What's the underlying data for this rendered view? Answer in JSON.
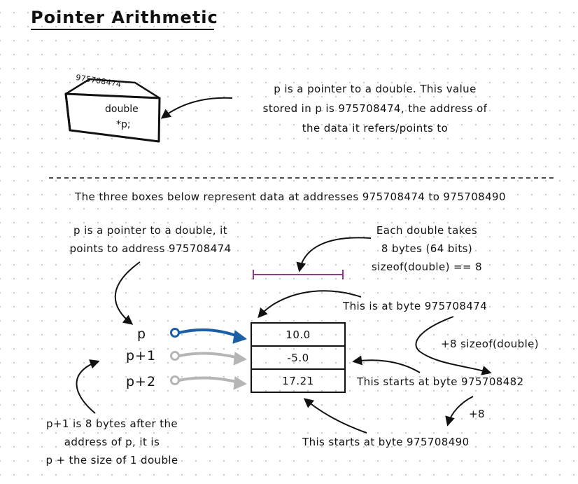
{
  "title": "Pointer Arithmetic",
  "box": {
    "address": "975708474",
    "type_label": "double",
    "var_label": "*p;"
  },
  "note_pointer": [
    "p is a pointer to a double. This value",
    "stored in p is 975708474, the address of",
    "the data it refers/points to"
  ],
  "section_caption": "The three boxes below represent data at addresses 975708474 to 975708490",
  "note_points_to": [
    "p is a pointer to a double, it",
    "points to address 975708474"
  ],
  "note_size": [
    "Each double takes",
    "8 bytes (64 bits)",
    "sizeof(double) == 8"
  ],
  "pointers": [
    "p",
    "p+1",
    "p+2"
  ],
  "cells": [
    "10.0",
    "-5.0",
    "17.21"
  ],
  "annotations": {
    "byte0": "This is at byte 975708474",
    "plus_size": "+8 sizeof(double)",
    "byte8": "This starts at byte 975708482",
    "plus8": "+8",
    "byte16": "This starts at byte 975708490"
  },
  "note_offset": [
    "p+1 is 8 bytes after the",
    "address of p, it is",
    "p + the size of 1 double"
  ],
  "colors": {
    "pointer_active": "#1b5fa5",
    "pointer_inactive": "#b5b5b5",
    "size_bracket": "#8e3a93",
    "ink": "#111111"
  }
}
